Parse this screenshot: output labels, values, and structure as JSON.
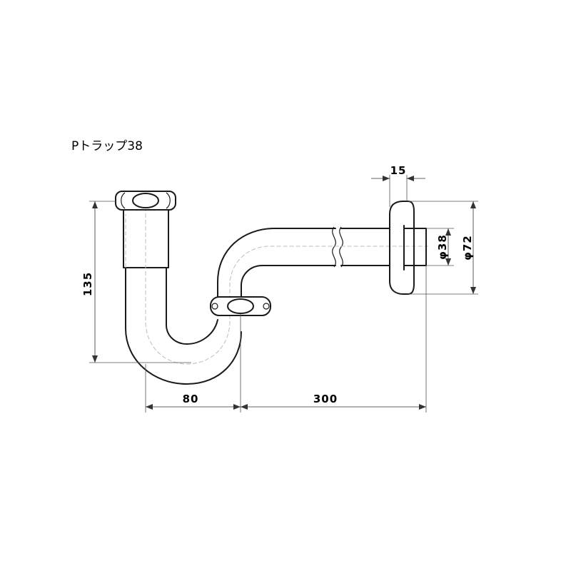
{
  "title": "Pトラップ38",
  "dimensions": {
    "height": "135",
    "horizontal_trap": "80",
    "horizontal_pipe": "300",
    "flange_thickness": "15",
    "pipe_diameter": "φ38",
    "flange_diameter": "φ72"
  }
}
